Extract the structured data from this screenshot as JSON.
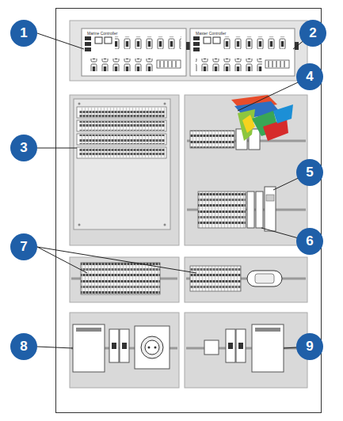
{
  "diagram": {
    "nodes": [
      {
        "text": [
          "1"
        ]
      },
      {
        "text": [
          "2"
        ]
      },
      {
        "text": [
          "3"
        ]
      },
      {
        "text": [
          "4"
        ]
      },
      {
        "text": [
          "5"
        ]
      },
      {
        "text": [
          "6"
        ]
      },
      {
        "text": [
          "7"
        ]
      },
      {
        "text": [
          "8"
        ]
      },
      {
        "text": [
          "9"
        ]
      }
    ],
    "labels": [
      "Marine Controller",
      "Master Controller"
    ]
  }
}
